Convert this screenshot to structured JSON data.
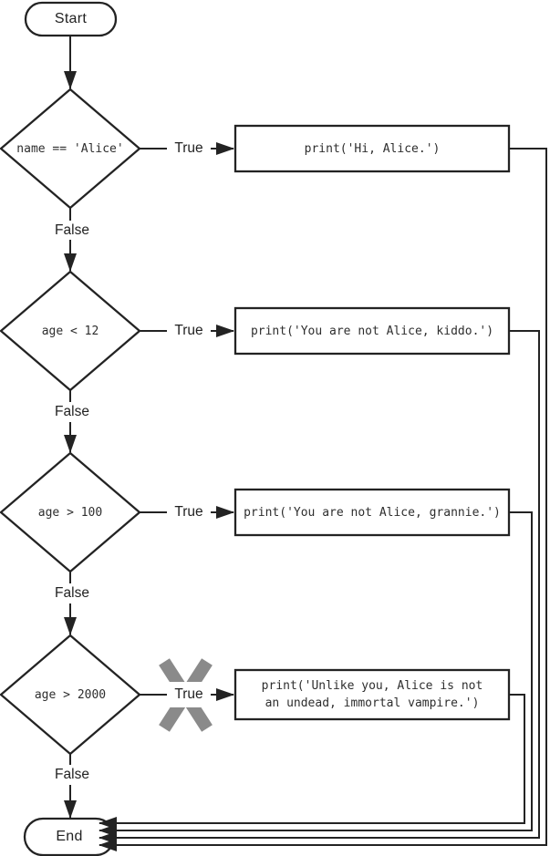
{
  "diagram": {
    "kind": "flowchart",
    "terminals": {
      "start": "Start",
      "end": "End"
    },
    "branch_labels": {
      "true_label": "True",
      "false_label": "False"
    },
    "decisions": [
      {
        "condition": "name == 'Alice'",
        "blocked": false
      },
      {
        "condition": "age < 12",
        "blocked": false
      },
      {
        "condition": "age > 100",
        "blocked": false
      },
      {
        "condition": "age > 2000",
        "blocked": true
      }
    ],
    "actions": [
      {
        "lines": [
          "print('Hi, Alice.')"
        ]
      },
      {
        "lines": [
          "print('You are not Alice, kiddo.')"
        ]
      },
      {
        "lines": [
          "print('You are not Alice, grannie.')"
        ]
      },
      {
        "lines": [
          "print('Unlike you, Alice is not",
          "an undead, immortal vampire.')"
        ]
      }
    ],
    "colors": {
      "ink": "#232323",
      "x_mark": "#8a8a8a",
      "background": "#ffffff"
    }
  }
}
